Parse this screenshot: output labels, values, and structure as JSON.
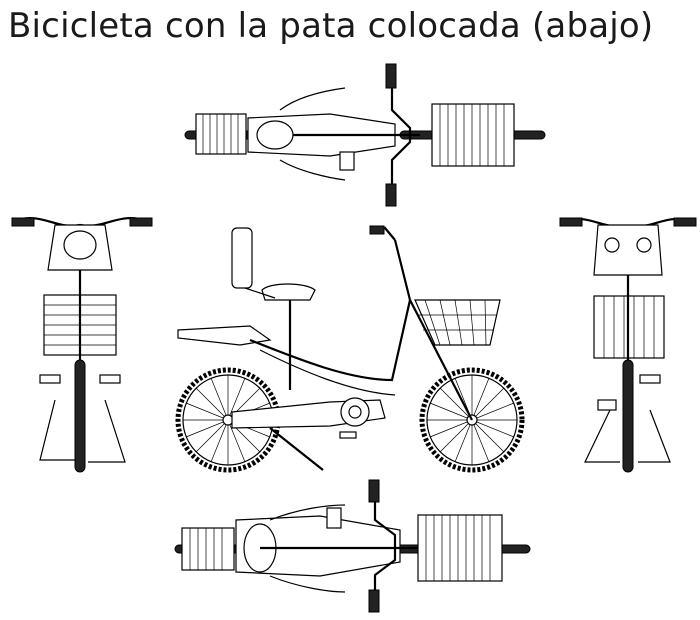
{
  "header": {
    "title": "Bicicleta con la pata colocada (abajo)"
  },
  "views": [
    "top-view",
    "front-view",
    "side-view",
    "rear-view",
    "bottom-view"
  ]
}
